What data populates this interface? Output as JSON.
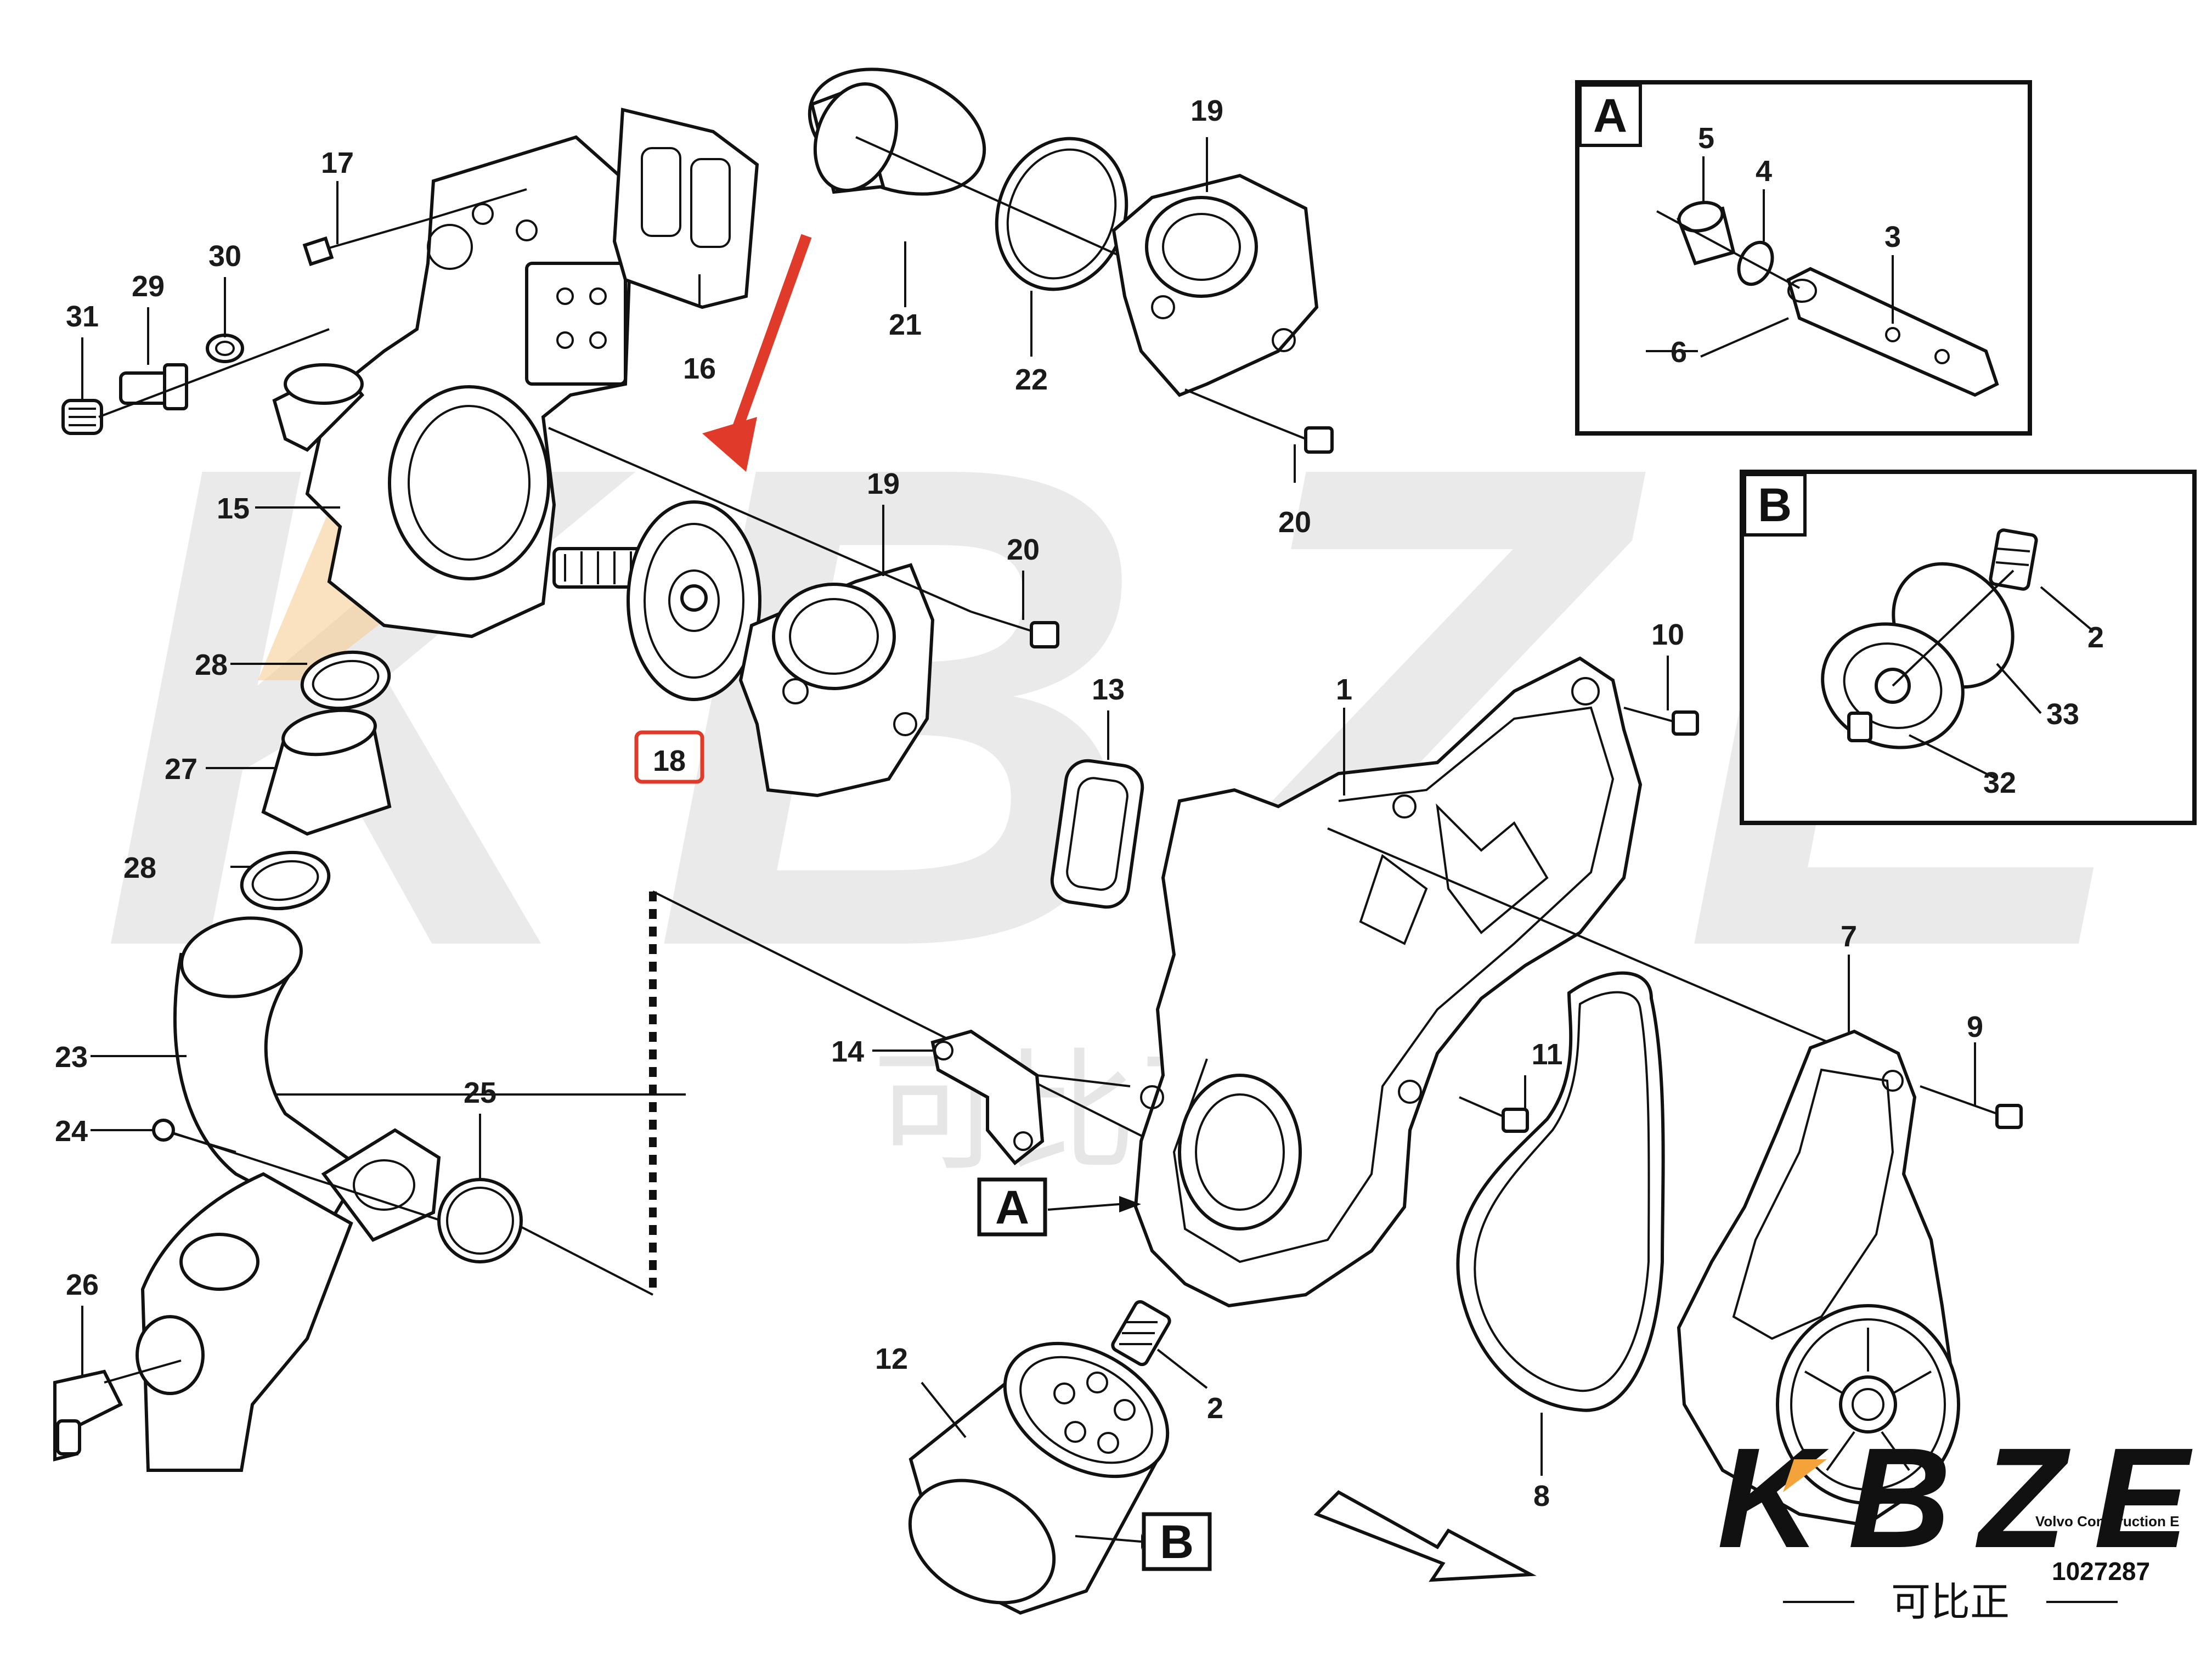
{
  "watermark": {
    "letters": "KBZE",
    "chinese": "可比正"
  },
  "logo": {
    "letters": "KBZE",
    "chinese": "可比正",
    "credit": "Volvo Construction E",
    "document_number": "1027287"
  },
  "insets": {
    "a": {
      "title": "A",
      "labels": [
        "5",
        "4",
        "3",
        "6"
      ]
    },
    "b": {
      "title": "B",
      "labels": [
        "2",
        "33",
        "32"
      ]
    }
  },
  "reference_boxes": {
    "a": "A",
    "b": "B"
  },
  "highlight": {
    "label": "18",
    "color": "#e03a2a"
  },
  "arrow_color": "#e03a2a",
  "labels": {
    "l17": "17",
    "l29": "29",
    "l30": "30",
    "l31": "31",
    "l15": "15",
    "l16": "16",
    "l21": "21",
    "l22": "22",
    "l19a": "19",
    "l20a": "20",
    "l19b": "19",
    "l20b": "20",
    "l28a": "28",
    "l27": "27",
    "l28b": "28",
    "l23": "23",
    "l24": "24",
    "l25": "25",
    "l26": "26",
    "l13": "13",
    "l1": "1",
    "l10": "10",
    "l14": "14",
    "l11": "11",
    "l7": "7",
    "l9": "9",
    "l12": "12",
    "l2": "2",
    "l8": "8"
  }
}
